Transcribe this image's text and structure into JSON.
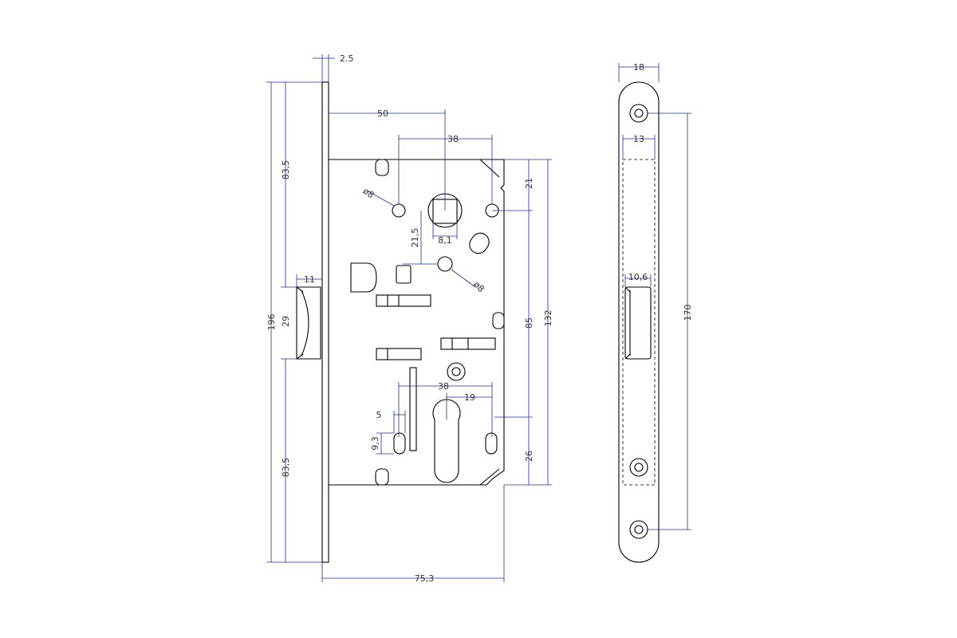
{
  "dimensions": {
    "overall_height": "196",
    "upper_height": "83,5",
    "lower_height": "83,5",
    "latch_height": "29",
    "latch_width": "11",
    "faceplate_thickness": "2.5",
    "backset": "50",
    "spindle_hole_pitch": "38",
    "hole_diameter_top": "ø8",
    "hole_diameter_mid": "ø8",
    "spindle_square": "8,1",
    "spindle_offset": "21,5",
    "top_to_spindle": "21",
    "case_height": "132",
    "spindle_to_cylinder": "85",
    "cylinder_to_bottom": "26",
    "cylinder_hole_pitch": "38",
    "cylinder_offset": "19",
    "slot_width": "5",
    "slot_height": "9,3",
    "overall_depth": "75,3",
    "plate_width": "18",
    "body_width": "13",
    "latch_depth": "10,6",
    "hole_spacing": "170"
  }
}
